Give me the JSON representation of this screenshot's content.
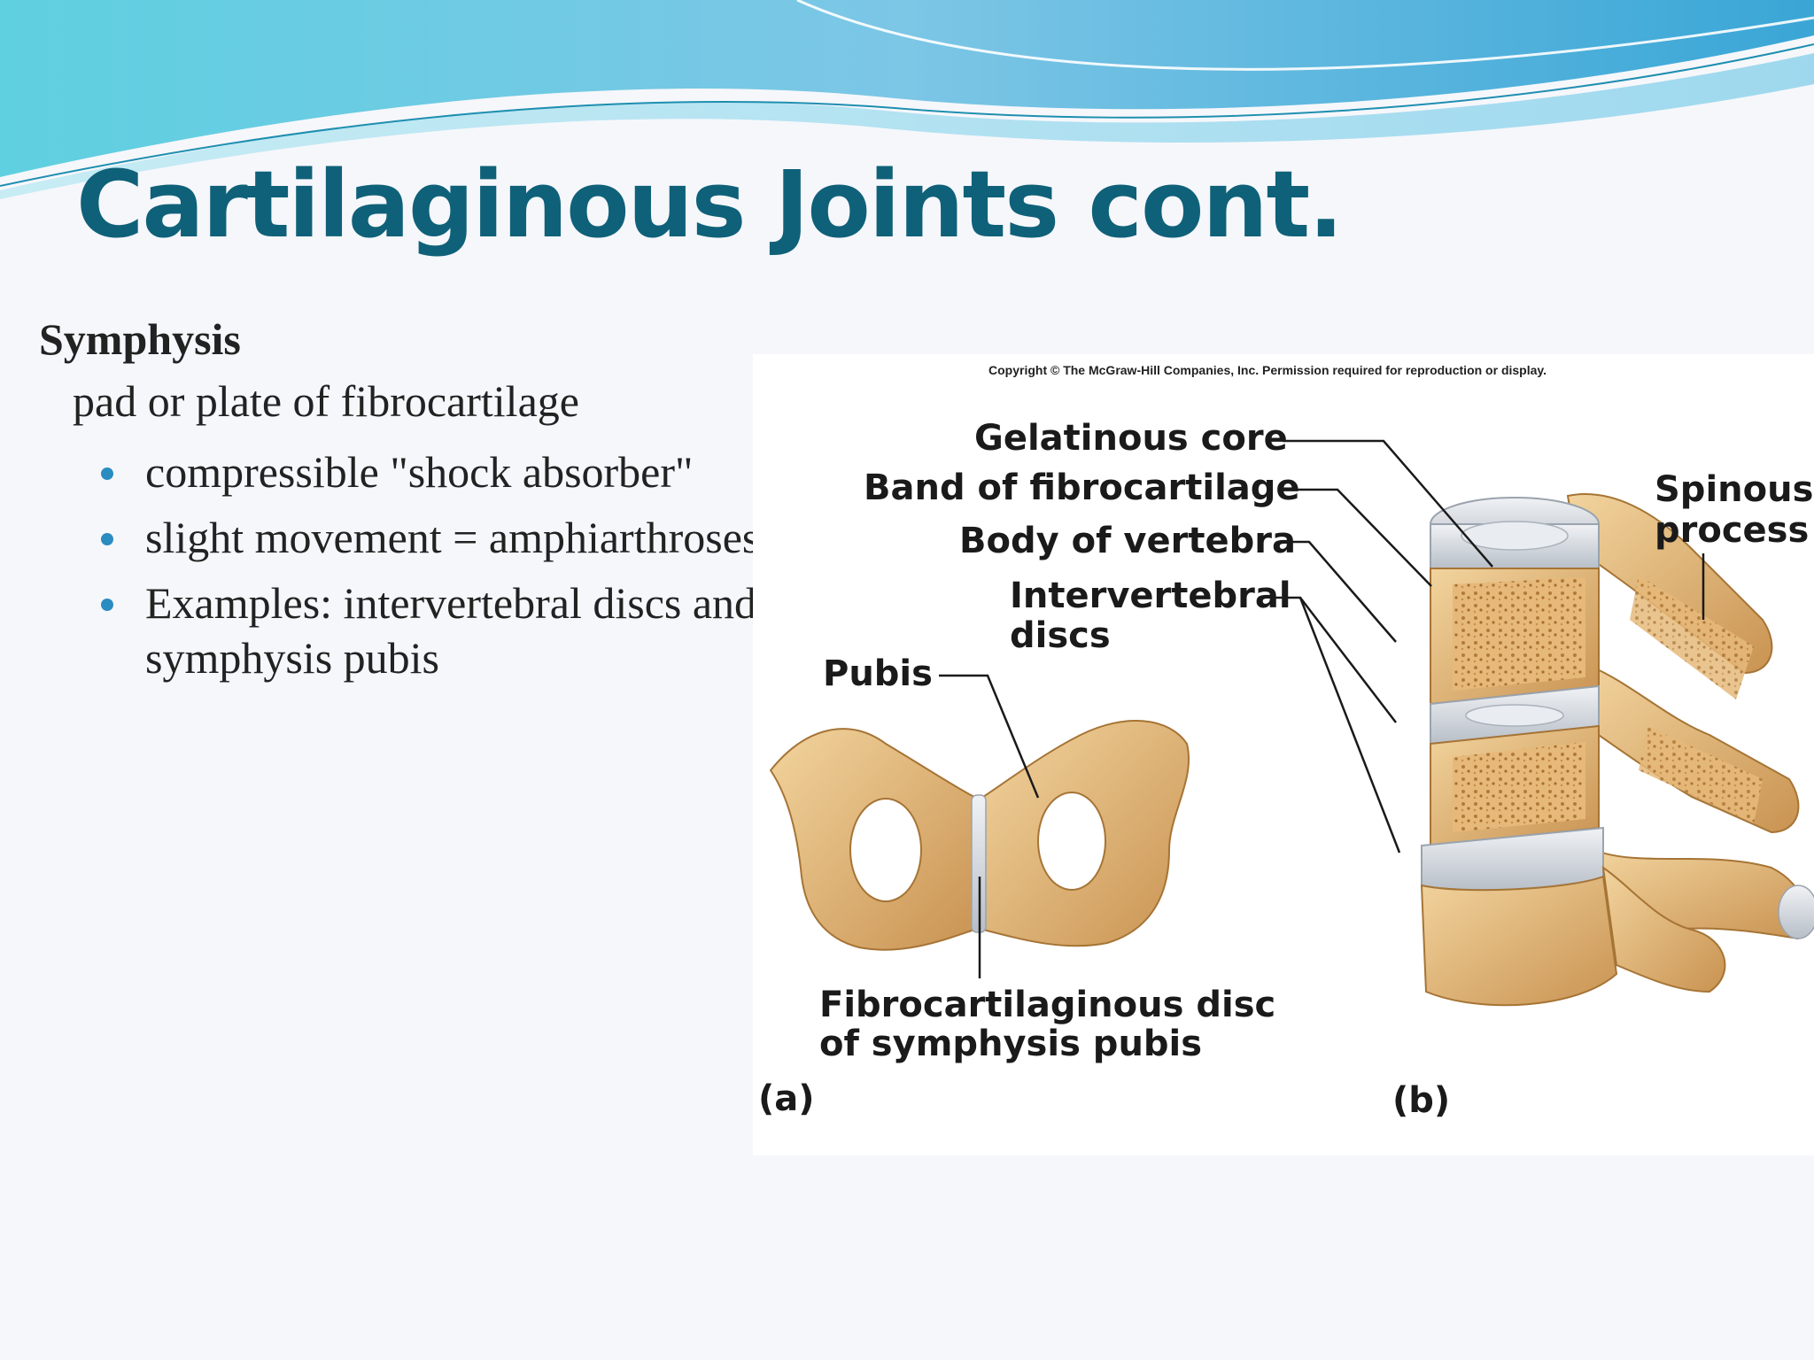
{
  "slide": {
    "title": "Cartilaginous Joints cont.",
    "heading": "Symphysis",
    "subline": "pad or plate of fibrocartilage",
    "bullets": [
      "compressible \"shock absorber\"",
      "slight movement = amphiarthroses",
      "Examples: intervertebral discs and symphysis pubis"
    ]
  },
  "figure": {
    "copyright": "Copyright © The McGraw-Hill Companies, Inc. Permission required for reproduction or display.",
    "labels": {
      "gelatinous_core": "Gelatinous core",
      "band": "Band of fibrocartilage",
      "body": "Body of vertebra",
      "interv_1": "Intervertebral",
      "interv_2": "discs",
      "spinous_1": "Spinous",
      "spinous_2": "process",
      "pubis": "Pubis",
      "fibro_1": "Fibrocartilaginous disc",
      "fibro_2": "of symphysis pubis",
      "panel_a": "(a)",
      "panel_b": "(b)"
    }
  },
  "colors": {
    "title": "#0f6179",
    "bullet": "#2a8cc0",
    "bone": "#e8c48a",
    "disc": "#d8dde3"
  }
}
